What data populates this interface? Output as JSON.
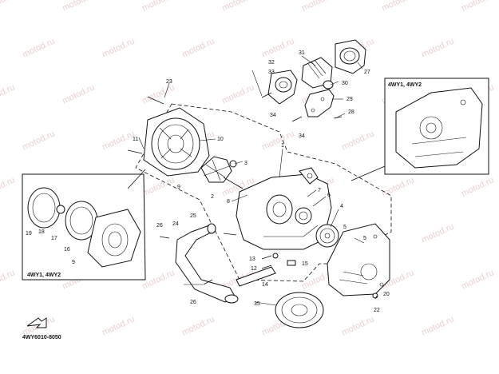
{
  "watermark": "motod.ru",
  "diagram_code": "4WY6010-8050",
  "inset_left_caption": "4WY1, 4WY2",
  "inset_right_caption": "4WY1, 4WY2",
  "callouts": {
    "c1": "1",
    "c2": "2",
    "c3": "3",
    "c4": "4",
    "c5a": "5",
    "c5b": "5",
    "c6": "6",
    "c7": "7",
    "c8": "8",
    "c9a": "9",
    "c9b": "9",
    "c10": "10",
    "c11": "11",
    "c12": "12",
    "c13": "13",
    "c14": "14",
    "c15": "15",
    "c16": "16",
    "c17": "17",
    "c18": "18",
    "c19": "19",
    "c20": "20",
    "c22": "22",
    "c23": "23",
    "c24": "24",
    "c25": "25",
    "c26a": "26",
    "c26b": "26",
    "c27": "27",
    "c28": "28",
    "c29": "29",
    "c30": "30",
    "c31": "31",
    "c32": "32",
    "c33": "33",
    "c34a": "34",
    "c34b": "34",
    "c35": "35"
  }
}
